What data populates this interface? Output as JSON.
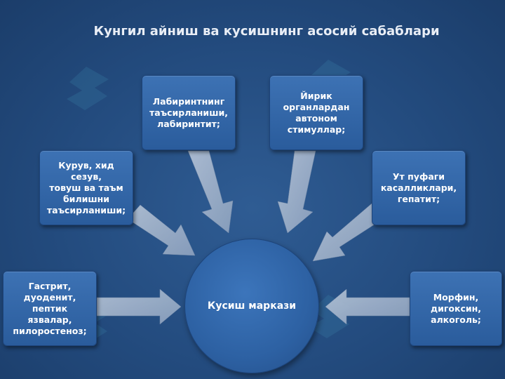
{
  "title": "Кунгил айниш ва кусишнинг асосий сабаблари",
  "center": "Кусиш маркази",
  "causes": [
    {
      "id": "labyrinth",
      "lines": [
        "Лабиринтнинг",
        "таъсирланиши,",
        "лабиринтит;"
      ]
    },
    {
      "id": "visceral",
      "lines": [
        "Йирик",
        "органлардан",
        "автоном",
        "стимуллар;"
      ]
    },
    {
      "id": "sensory",
      "lines": [
        "Курув, хид сезув,",
        "товуш ва таъм",
        "билишни",
        "таъсирланиши;"
      ]
    },
    {
      "id": "biliary",
      "lines": [
        "Ут пуфаги",
        "касалликлари,",
        "гепатит;"
      ]
    },
    {
      "id": "gastric",
      "lines": [
        "Гастрит,",
        "дуоденит, пептик",
        "язвалар,",
        "пилоростеноз;"
      ]
    },
    {
      "id": "drugs",
      "lines": [
        "Морфин,",
        "дигоксин,",
        "алкоголь;"
      ]
    }
  ],
  "colors": {
    "background": "#234b7e",
    "box": "#3366a8",
    "arrow": "#aab9cf"
  }
}
